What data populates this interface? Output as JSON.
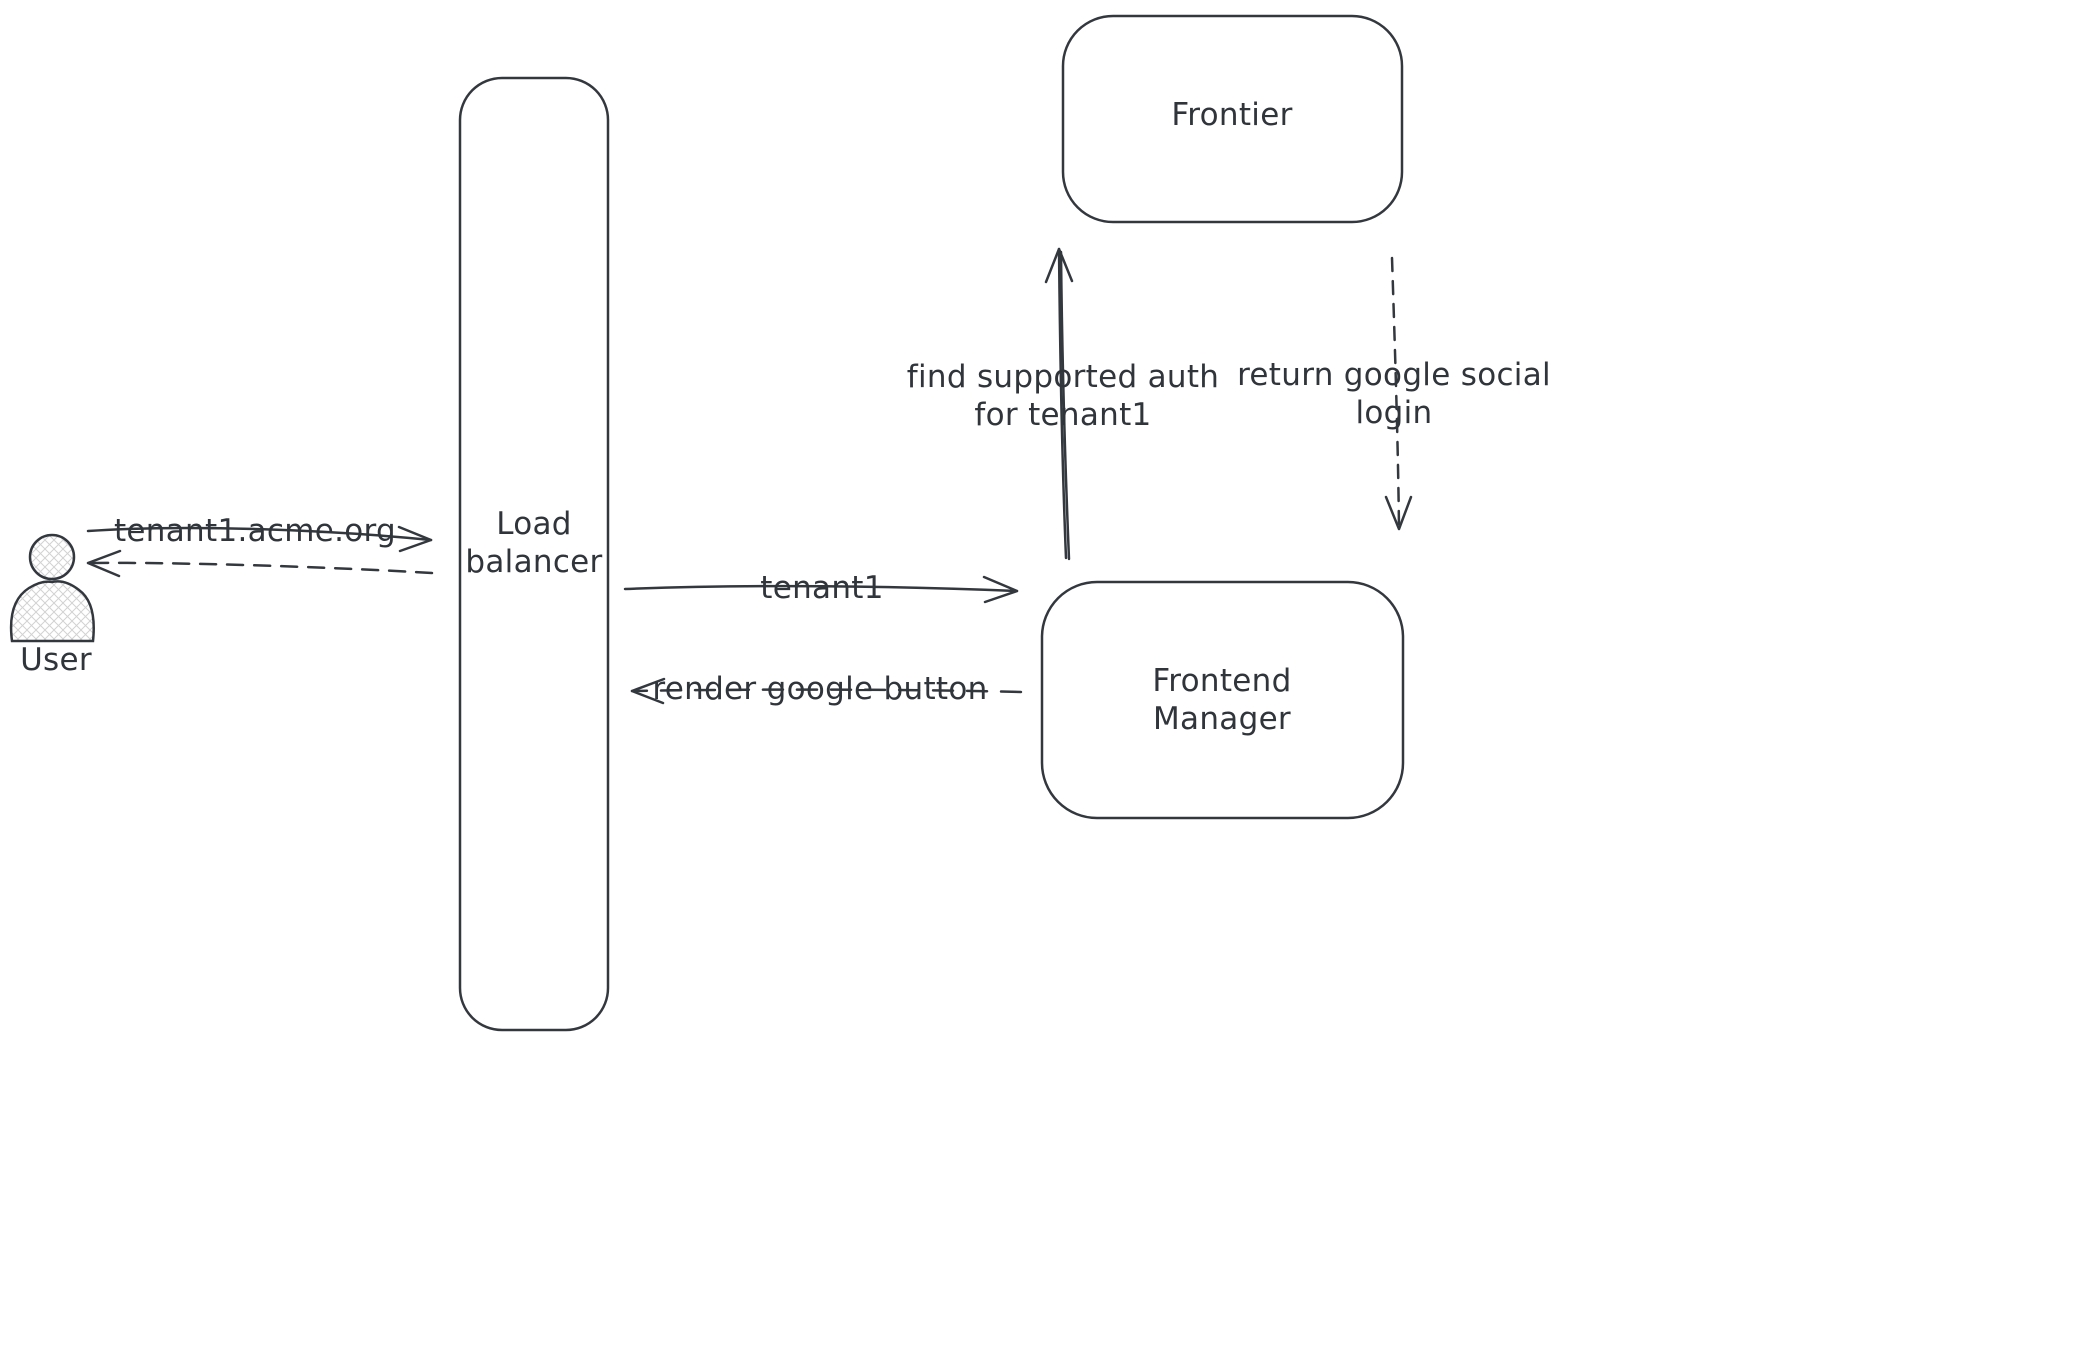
{
  "colors": {
    "stroke": "#33383f",
    "text": "#30353b",
    "background": "#ffffff"
  },
  "nodes": {
    "user": {
      "label": "User",
      "icon": "person-icon"
    },
    "load_balancer": {
      "lines": [
        "Load",
        "balancer"
      ]
    },
    "frontier": {
      "label": "Frontier"
    },
    "frontend_manager": {
      "lines": [
        "Frontend",
        "Manager"
      ]
    }
  },
  "edges": {
    "user_to_lb": {
      "label": "tenant1.acme.org",
      "style": "solid",
      "from": "user",
      "to": "load_balancer"
    },
    "lb_to_user": {
      "label": "",
      "style": "dashed",
      "from": "load_balancer",
      "to": "user"
    },
    "lb_to_fm": {
      "label": "tenant1",
      "style": "solid",
      "from": "load_balancer",
      "to": "frontend_manager"
    },
    "fm_to_lb": {
      "label": "render google button",
      "style": "dashed",
      "from": "frontend_manager",
      "to": "load_balancer"
    },
    "fm_to_frontier": {
      "lines": [
        "find supported auth",
        "for tenant1"
      ],
      "style": "solid",
      "from": "frontend_manager",
      "to": "frontier"
    },
    "frontier_to_fm": {
      "lines": [
        "return google social",
        "login"
      ],
      "style": "dashed",
      "from": "frontier",
      "to": "frontend_manager"
    }
  }
}
